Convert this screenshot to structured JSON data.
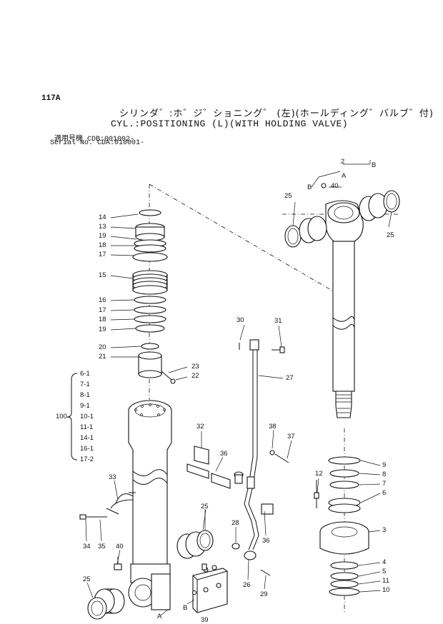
{
  "header": {
    "figure_no": "117A",
    "title_jp": "シリンダ゛:ホ゛ジ゛ショニング゛ (左)(ホールディング゛バルブ゛付)",
    "title_en": "CYL.:POSITIONING (L)(WITH HOLDING VALVE)",
    "serial_line1": "適用号機 CDB:001002-",
    "serial_line2": "Serial No. CDA:010001-"
  },
  "callouts": {
    "left_stack": [
      "14",
      "13",
      "19",
      "18",
      "17",
      "15",
      "16",
      "17",
      "18",
      "19",
      "20",
      "21",
      "23",
      "22"
    ],
    "group_100": {
      "label": "100",
      "items": [
        "6-1",
        "7-1",
        "8-1",
        "9-1",
        "10-1",
        "11-1",
        "14-1",
        "16-1",
        "17-2"
      ]
    },
    "tube": [
      "33",
      "34",
      "35",
      "40",
      "25"
    ],
    "bracket": [
      "32",
      "36",
      "25"
    ],
    "pipe": [
      "30",
      "31",
      "27",
      "38",
      "37",
      "28",
      "36",
      "26",
      "29",
      "39"
    ],
    "rod_head": [
      "2",
      "B",
      "40",
      "A",
      "B",
      "25",
      "25"
    ],
    "right_stack": [
      "12",
      "9",
      "8",
      "7",
      "6",
      "3",
      "4",
      "5",
      "11",
      "10"
    ],
    "port_labels": [
      "A",
      "B"
    ]
  }
}
